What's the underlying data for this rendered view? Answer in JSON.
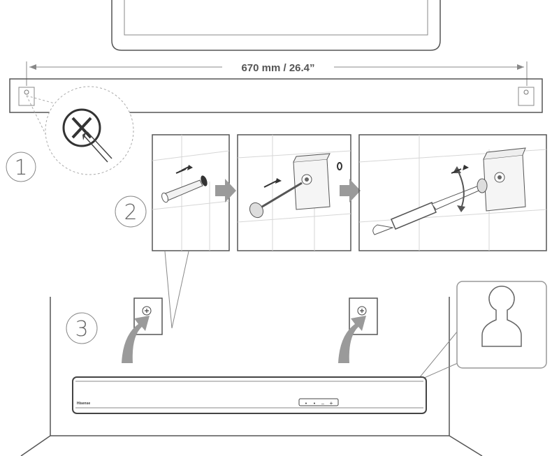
{
  "dimension": {
    "label": "670 mm / 26.4”"
  },
  "steps": [
    {
      "number": "1"
    },
    {
      "number": "2"
    },
    {
      "number": "3"
    }
  ],
  "brand": "Hisense",
  "buttons": [
    "•",
    "•",
    "–",
    "+"
  ],
  "icons": {
    "no_screwdriver": "prohibited-screwdriver-icon",
    "keyhole": "keyhole-slot-icon",
    "screw_head": "phillips-screw-icon"
  },
  "colors": {
    "line": "#555555",
    "arrow": "#9a9a9a",
    "wall": "#d6d6d6"
  }
}
